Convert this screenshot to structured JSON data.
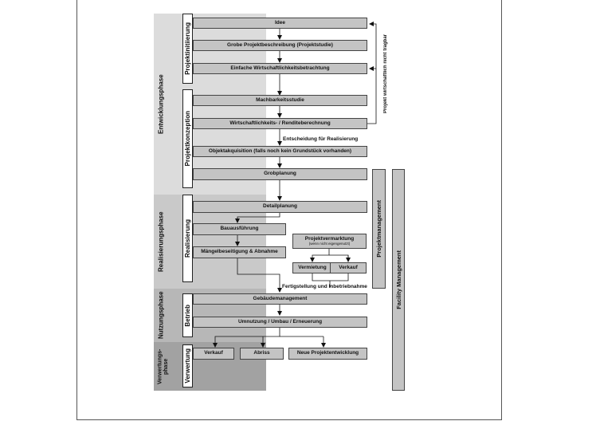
{
  "phases": {
    "entwicklung": "Entwicklungsphase",
    "realisierung": "Realisierungsphase",
    "nutzung": "Nutzungsphase",
    "verwertung": "Verwertungs-\nphase"
  },
  "stages": {
    "initiierung": "Projektinitiierung",
    "konzeption": "Projektkonzeption",
    "realisierung": "Realisierung",
    "betrieb": "Betrieb",
    "verwertung": "Verwertung"
  },
  "steps": {
    "idee": "Idee",
    "grobe": "Grobe Projektbeschreibung (Projektstudie)",
    "wirtschaftlichkeit": "Einfache Wirtschaftlichkeitsbetrachtung",
    "machbarkeit": "Machbarkeitsstudie",
    "rendite": "Wirtschaftlichkeits- / Renditeberechnung",
    "entscheidung": "Entscheidung für Realisierung",
    "akquisition": "Objektakquisition (falls noch kein Grundstück vorhanden)",
    "grobplanung": "Grobplanung",
    "detailplanung": "Detailplanung",
    "bauausfuehrung": "Bauausführung",
    "maengel": "Mängelbeseitigung & Abnahme",
    "vermarktung": "Projektvermarktung",
    "vermarktung_sub": "(wenn nicht eigengenutzt)",
    "vermietung": "Vermietung",
    "verkauf1": "Verkauf",
    "fertigstellung": "Fertigstellung und Inbetriebnahme",
    "gebaeude": "Gebäudemanagement",
    "umnutzung": "Umnutzung / Umbau / Erneuerung",
    "verkauf2": "Verkauf",
    "abriss": "Abriss",
    "neue": "Neue Projektentwicklung"
  },
  "side": {
    "not_feasible": "Projekt wirtschaftlich nicht tragbar",
    "projektmanagement": "Projektmanagement",
    "facility": "Facility Management"
  },
  "colors": {
    "phase1": "#dcdcdc",
    "phase2": "#c9c9c9",
    "phase3": "#b7b7b7",
    "phase4": "#a2a2a2",
    "box": "#c4c4c4"
  }
}
